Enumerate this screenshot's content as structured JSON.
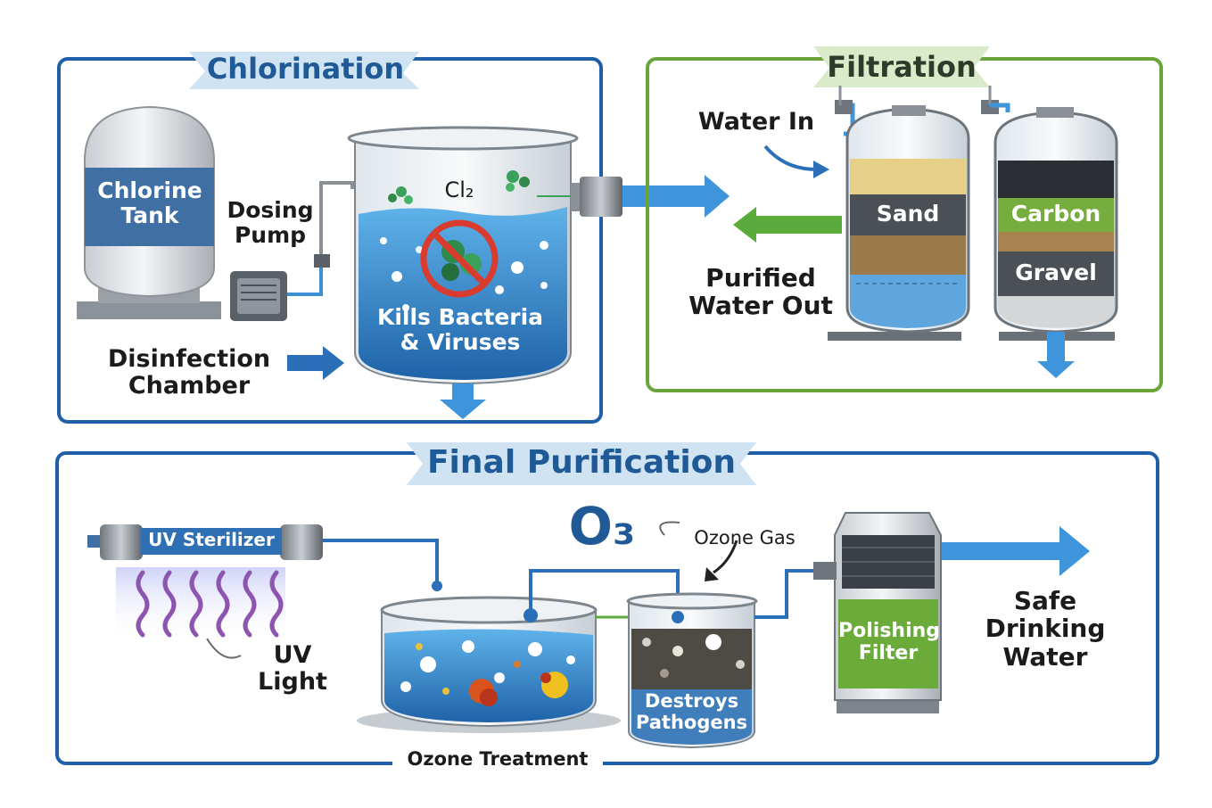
{
  "sections": {
    "chlorination": "Chlorination",
    "filtration": "Filtration",
    "final": "Final Purification"
  },
  "chlorination": {
    "tank": [
      "Chlorine",
      "Tank"
    ],
    "pump": [
      "Dosing",
      "Pump"
    ],
    "chamber": [
      "Disinfection",
      "Chamber"
    ],
    "cl2": "Cl₂",
    "kills": [
      "Kills Bacteria",
      "& Viruses"
    ]
  },
  "filtration": {
    "water_in": "Water In",
    "out": [
      "Purified",
      "Water Out"
    ],
    "sand": "Sand",
    "carbon": "Carbon",
    "gravel": "Gravel"
  },
  "final": {
    "uv_sterilizer": "UV Sterilizer",
    "uv_light": "UV Light",
    "o3": "O₃",
    "ozone_gas": "Ozone Gas",
    "destroys": [
      "Destroys",
      "Pathogens"
    ],
    "ozone_treatment": "Ozone Treatment",
    "polishing": [
      "Polishing",
      "Filter"
    ],
    "safe": [
      "Safe Drinking",
      "Water"
    ]
  },
  "colors": {
    "blue_frame": "#1f5fa8",
    "green_frame": "#6aa43a",
    "water": "#3d8fd1",
    "arrow_blue": "#3f95dc",
    "arrow_green": "#5aab3b"
  }
}
